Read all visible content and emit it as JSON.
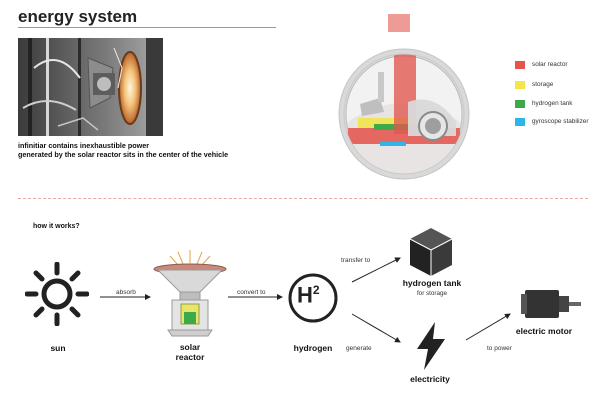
{
  "header": {
    "title": "energy system"
  },
  "intro": {
    "caption_line1": "infinitiar contains inexhaustible power",
    "caption_line2": "generated by the solar reactor sits in the center of the vehicle"
  },
  "legend": {
    "items": [
      {
        "label": "solar reactor",
        "color": "#e8534a"
      },
      {
        "label": "storage",
        "color": "#f2e64a"
      },
      {
        "label": "hydrogen tank",
        "color": "#3aaa4a"
      },
      {
        "label": "gyroscope stabilizer",
        "color": "#2fb6e8"
      }
    ]
  },
  "process": {
    "heading": "how it works?",
    "nodes": {
      "sun": "sun",
      "reactor_line1": "solar",
      "reactor_line2": "reactor",
      "hydrogen": "hydrogen",
      "hydrogen_symbol": "H",
      "hydrogen_exponent": "2",
      "tank": "hydrogen tank",
      "tank_sub": "for storage",
      "electricity": "electricity",
      "motor": "electric motor"
    },
    "edges": {
      "absorb": "absorb",
      "convert": "convert to",
      "transfer": "transfer to",
      "generate": "generate",
      "power": "to power"
    }
  }
}
